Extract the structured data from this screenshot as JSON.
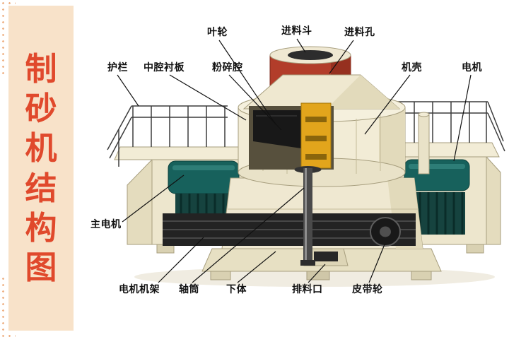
{
  "sidebar": {
    "title": "制砂机结构图",
    "chars": [
      "制",
      "砂",
      "机",
      "结",
      "构",
      "图"
    ],
    "bg": "#f8e2c9",
    "text_color": "#e0492c"
  },
  "labels": {
    "impeller": "叶轮",
    "feed_hopper": "进料斗",
    "feed_inlet": "进料孔",
    "guardrail": "护栏",
    "mid_cavity_liner": "中腔衬板",
    "crushing_cavity": "粉碎腔",
    "casing": "机壳",
    "motor": "电机",
    "main_motor": "主电机",
    "motor_frame": "电机机架",
    "shaft_tube": "轴筒",
    "lower_body": "下体",
    "discharge_port": "排料口",
    "belt_pulley": "皮带轮"
  },
  "colors": {
    "machine_body": "#f2ecd6",
    "machine_shade": "#e2dabb",
    "hopper_red": "#b23d2a",
    "motor_teal": "#17615c",
    "dark_parts": "#232323",
    "accent_yellow": "#e2a51c",
    "leader_line": "#111111"
  }
}
